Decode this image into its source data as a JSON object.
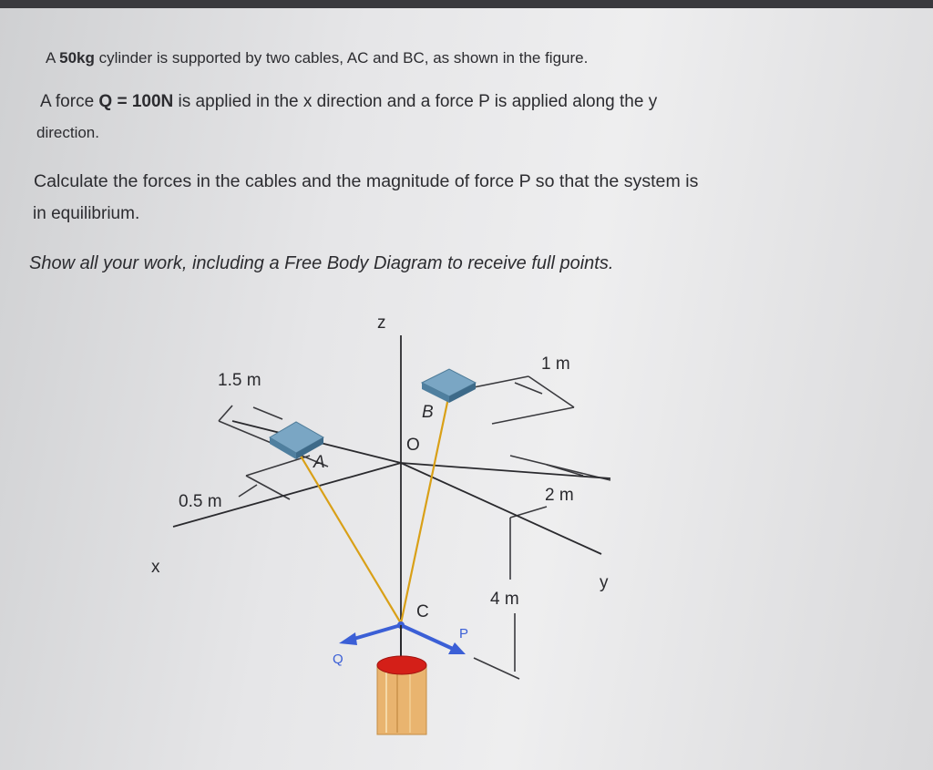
{
  "problem": {
    "line1": {
      "p1": "A ",
      "bold1": "50kg",
      "p2": " cylinder is supported by two cables, AC and BC, as shown in the figure."
    },
    "line2": {
      "p1": "A force ",
      "bold1": "Q",
      "p2": " = ",
      "bold2": "100N",
      "p3": " is applied in the x direction and a force P is applied along the y"
    },
    "line3": "direction.",
    "line4": "Calculate the forces in the cables and the magnitude of force P so that the system is",
    "line5": "in equilibrium.",
    "line6": "Show all your work, including a Free Body Diagram to receive full points."
  },
  "figure": {
    "labels": {
      "z": "z",
      "x": "x",
      "y": "y",
      "A": "A",
      "B": "B",
      "C": "C",
      "O": "O",
      "P": "P",
      "Q": "Q"
    },
    "dims": {
      "d1": "1.5 m",
      "d2": "0.5 m",
      "d3": "1 m",
      "d4": "2 m",
      "d5": "4 m"
    },
    "colors": {
      "cable": "#d9a017",
      "force_arrow": "#3b5fd6",
      "cylinder_top": "#d41f18",
      "cylinder_body": "#e7b36f",
      "support_plate": "#5f8fb0"
    }
  }
}
